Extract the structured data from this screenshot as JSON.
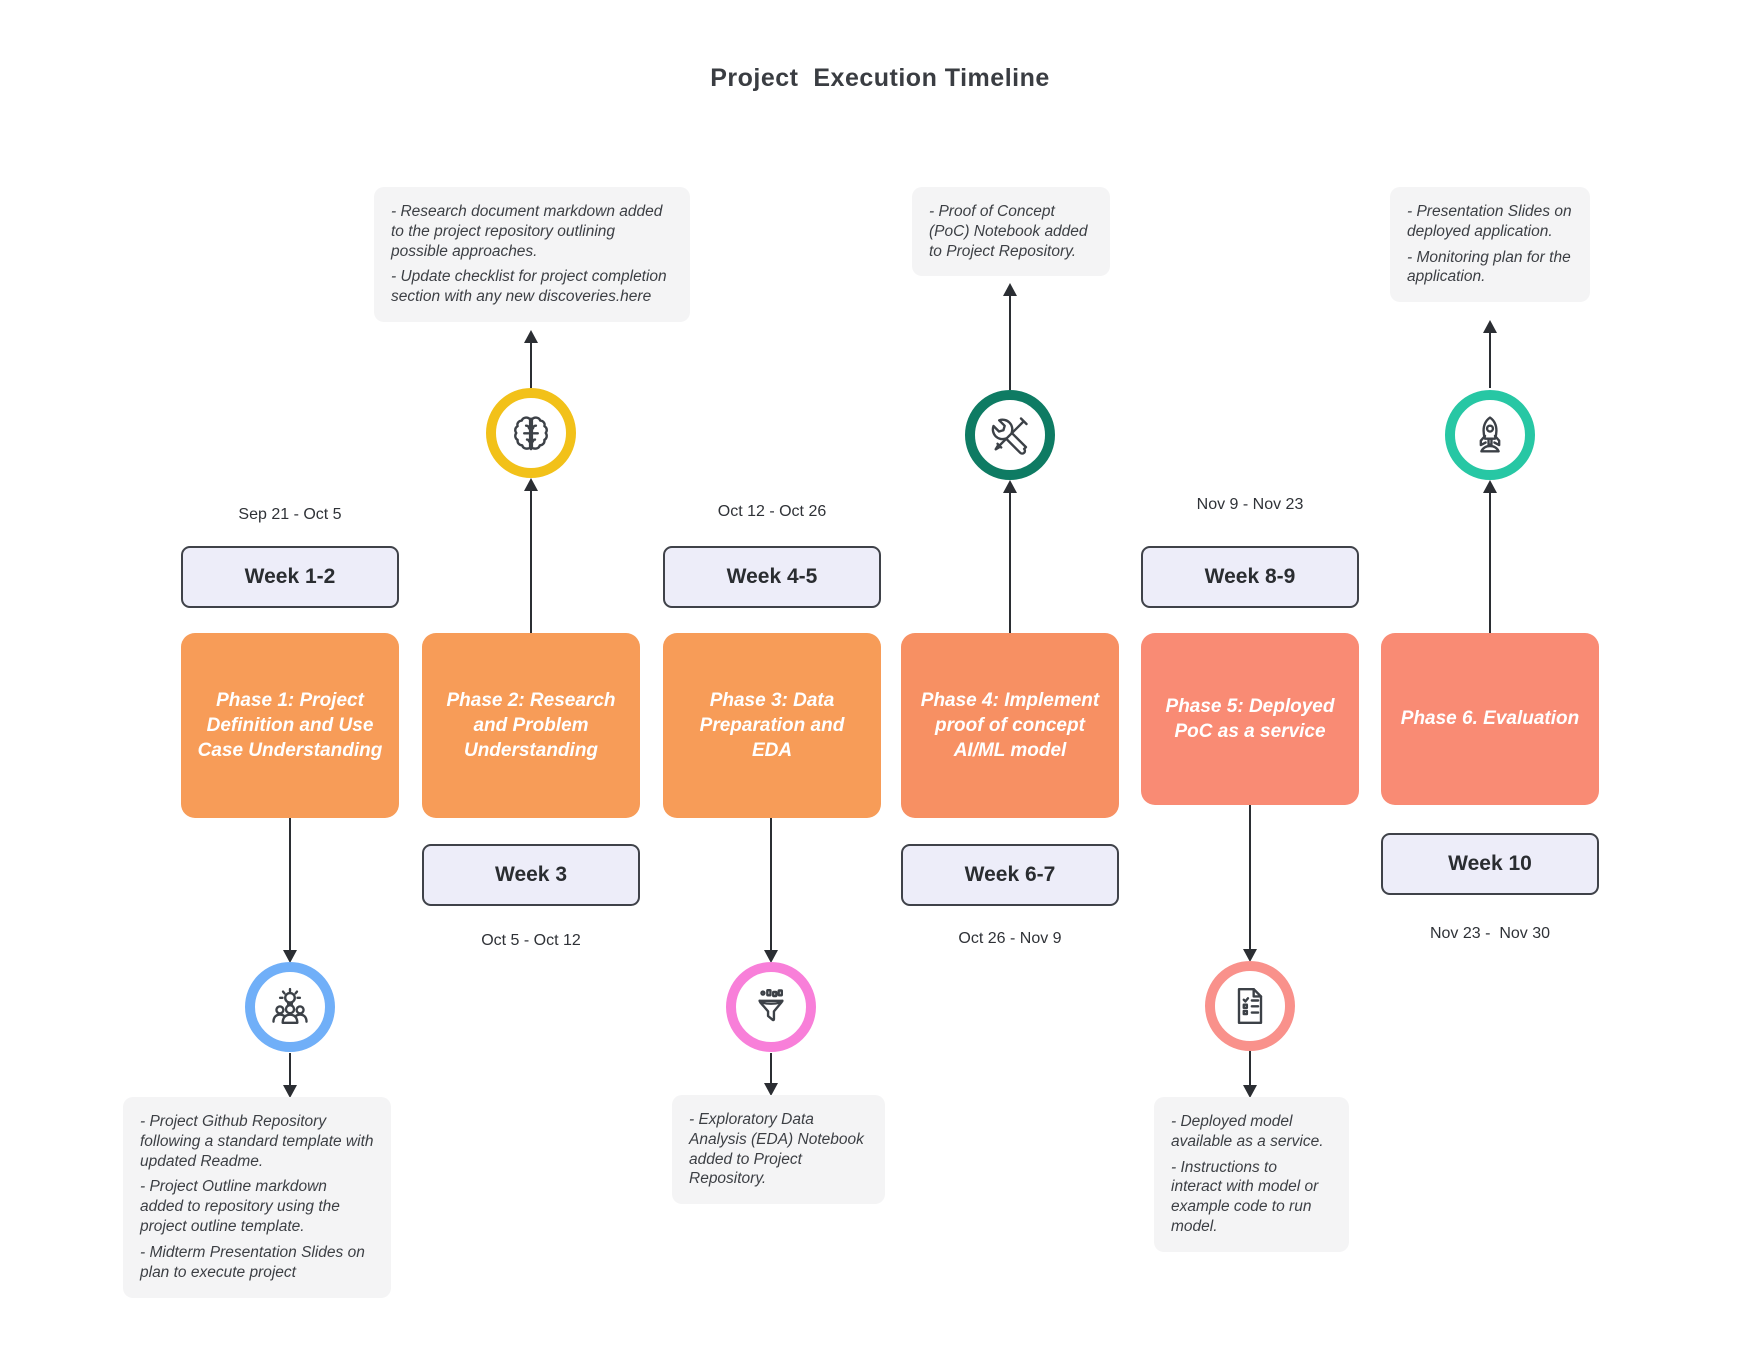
{
  "title": "Project  Execution Timeline",
  "phases": [
    {
      "title": "Phase 1: Project Definition and Use Case Understanding",
      "week": "Week 1-2",
      "dates": "Sep 21 - Oct 5",
      "icon": "team-idea-icon",
      "deliverables": [
        "- Project Github Repository following a standard template with updated Readme.",
        "- Project Outline markdown added to repository using the project outline template.",
        "- Midterm Presentation Slides on plan to execute project"
      ]
    },
    {
      "title": "Phase 2: Research and Problem Understanding",
      "week": "Week 3",
      "dates": "Oct 5 - Oct 12",
      "icon": "brain-icon",
      "deliverables": [
        "- Research document markdown added to the project repository outlining possible approaches.",
        "- Update checklist for project completion section with any new discoveries.here"
      ]
    },
    {
      "title": "Phase 3: Data Preparation and EDA",
      "week": "Week 4-5",
      "dates": "Oct 12 - Oct 26",
      "icon": "funnel-icon",
      "deliverables": [
        "- Exploratory Data Analysis (EDA) Notebook added to Project Repository."
      ]
    },
    {
      "title": "Phase 4: Implement proof of concept AI/ML model",
      "week": "Week 6-7",
      "dates": "Oct 26 - Nov 9",
      "icon": "tools-icon",
      "deliverables": [
        "- Proof of Concept (PoC) Notebook added to Project Repository."
      ]
    },
    {
      "title": "Phase 5: Deployed PoC as a service",
      "week": "Week 8-9",
      "dates": "Nov 9 - Nov 23",
      "icon": "checklist-icon",
      "deliverables": [
        "- Deployed model available as a service.",
        "- Instructions to interact with model or example code to run model."
      ]
    },
    {
      "title": "Phase 6. Evaluation",
      "week": "Week 10",
      "dates": "Nov 23 -  Nov 30",
      "icon": "rocket-icon",
      "deliverables": [
        "- Presentation Slides on deployed application.",
        "- Monitoring plan for the application."
      ]
    }
  ],
  "colors": {
    "phase_orange": "#F79C58",
    "phase_mid_orange": "#F79063",
    "phase_salmon": "#F98B74",
    "week_bg": "#EDEDF9",
    "note_bg": "#F4F4F5",
    "ring_yellow": "#F2C119",
    "ring_dark_green": "#0E7B63",
    "ring_teal": "#27C7A4",
    "ring_blue": "#70AFF8",
    "ring_pink": "#F87FD9",
    "ring_salmon": "#F9918B"
  }
}
